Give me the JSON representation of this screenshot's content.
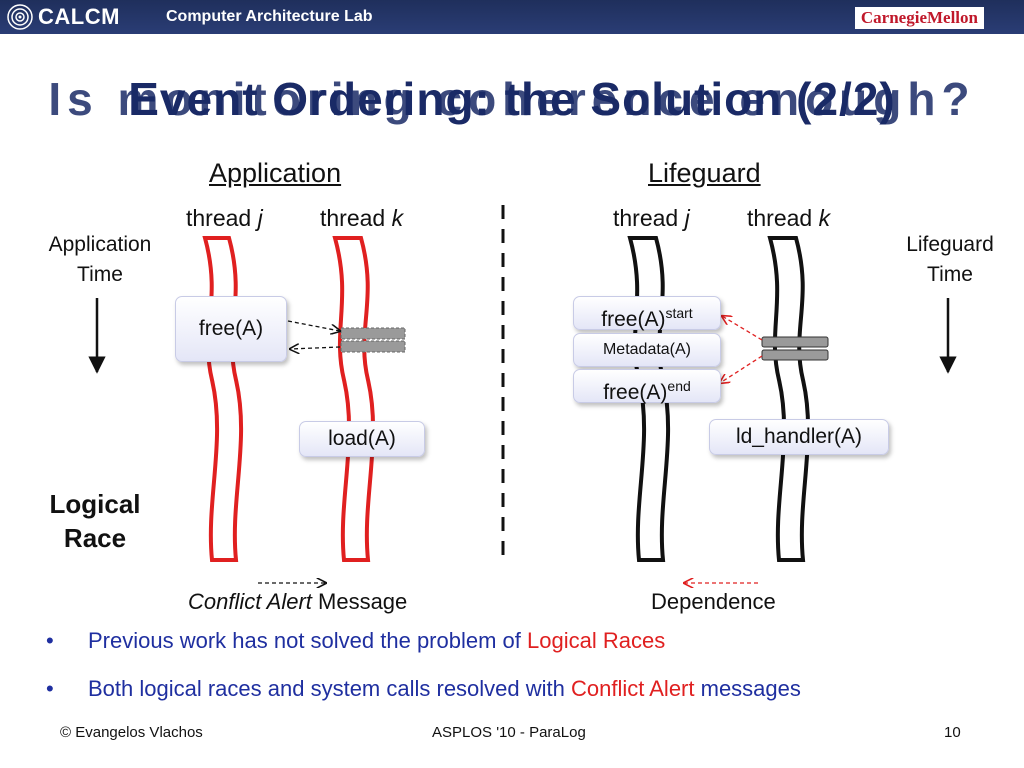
{
  "header": {
    "logo_text": "CALCM",
    "lab_name": "Computer Architecture Lab",
    "university": "CarnegieMellon"
  },
  "titles": {
    "title_a": "Event Ordering: the Solution (2/2)",
    "title_b": "Is monitoring coherence enough?"
  },
  "application": {
    "heading": "Application",
    "thread_j": "thread ",
    "thread_j_var": "j",
    "thread_k": "thread ",
    "thread_k_var": "k",
    "free_box": "free(A)",
    "load_box": "load(A)"
  },
  "lifeguard": {
    "heading": "Lifeguard",
    "thread_j": "thread ",
    "thread_j_var": "j",
    "thread_k": "thread ",
    "thread_k_var": "k",
    "free_start": "free(A)",
    "free_start_sup": "start",
    "metadata": "Metadata(A)",
    "free_end": "free(A)",
    "free_end_sup": "end",
    "ld_handler": "ld_handler(A)"
  },
  "side_labels": {
    "app_time_1": "Application",
    "app_time_2": "Time",
    "lg_time_1": "Lifeguard",
    "lg_time_2": "Time",
    "logical_1": "Logical",
    "logical_2": "Race"
  },
  "legend": {
    "conflict_alert": "Conflict Alert",
    "message": " Message",
    "dependence": "Dependence"
  },
  "bullets": [
    {
      "text": "Previous work has not solved the problem of ",
      "highlight": "Logical Races",
      "tail": ""
    },
    {
      "text": "Both logical races and system calls resolved with ",
      "highlight": "Conflict Alert",
      "tail": " messages"
    }
  ],
  "footer": {
    "author": "© Evangelos Vlachos",
    "venue": "ASPLOS '10 - ParaLog",
    "page": "10"
  },
  "colors": {
    "app_thread": "#e02020",
    "lg_thread": "#111111",
    "bullet_blue": "#1f2fa0",
    "title_navy": "#1a2a66"
  }
}
